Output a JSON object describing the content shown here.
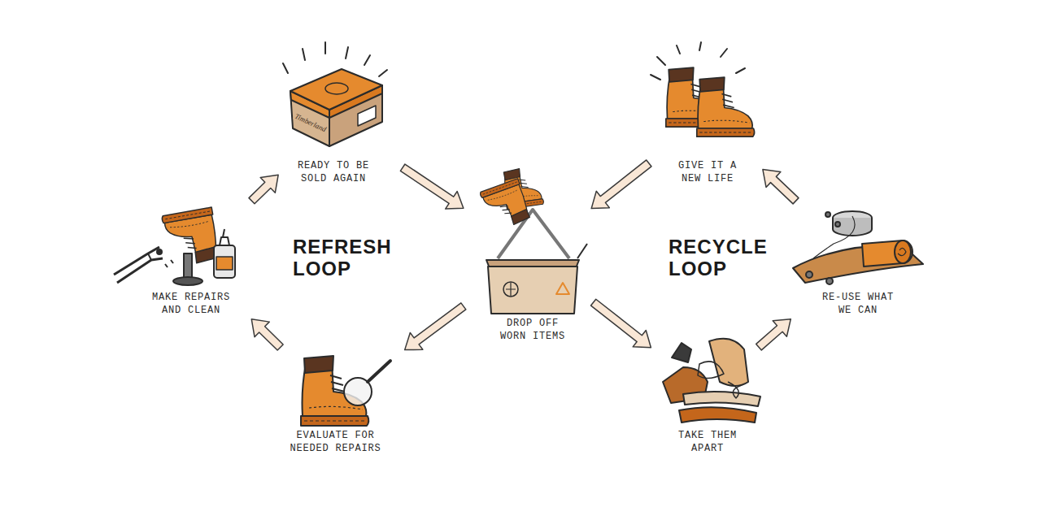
{
  "diagram": {
    "nodes": [
      {
        "text": [
          "READY TO BE SOLD AGAIN"
        ]
      },
      {
        "text": [
          "GIVE IT A NEW LIFE"
        ]
      },
      {
        "text": [
          "MAKE REPAIRS AND CLEAN"
        ]
      },
      {
        "text": [
          "DROP OFF WORN ITEMS"
        ]
      },
      {
        "text": [
          "RE-USE WHAT WE CAN"
        ]
      },
      {
        "text": [
          "EVALUATE FOR NEEDED REPAIRS"
        ]
      },
      {
        "text": [
          "TAKE THEM APART"
        ]
      }
    ],
    "edges": [
      {
        "from": 3,
        "to": 5,
        "arrow": "to"
      },
      {
        "from": 5,
        "to": 2,
        "arrow": "to"
      },
      {
        "from": 2,
        "to": 0,
        "arrow": "to"
      },
      {
        "from": 0,
        "to": 3,
        "arrow": "to"
      },
      {
        "from": 3,
        "to": 6,
        "arrow": "to"
      },
      {
        "from": 6,
        "to": 4,
        "arrow": "to"
      },
      {
        "from": 4,
        "to": 1,
        "arrow": "to"
      },
      {
        "from": 1,
        "to": 3,
        "arrow": "to"
      }
    ],
    "labels": [
      "REFRESH LOOP",
      "RECYCLE LOOP",
      "Timberland"
    ]
  }
}
